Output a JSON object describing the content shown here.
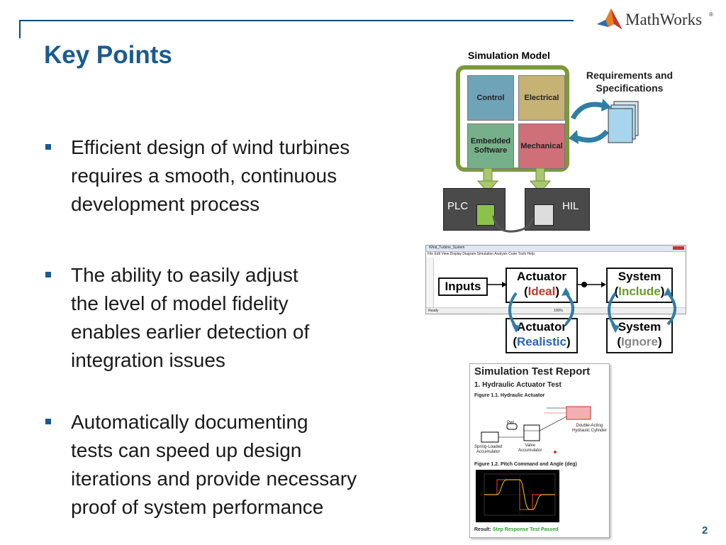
{
  "slide": {
    "title": "Key Points",
    "page_number": "2",
    "brand": "MathWorks",
    "brand_mark": "®"
  },
  "bullets": [
    {
      "text": "Efficient design of wind turbines\nrequires a smooth, continuous\ndevelopment process"
    },
    {
      "text": "The ability to easily adjust\nthe level of model fidelity\nenables earlier detection of\nintegration issues"
    },
    {
      "text": "Automatically documenting\ntests can speed up design\niterations and provide necessary\nproof of system performance"
    }
  ],
  "sim_model": {
    "title": "Simulation Model",
    "blocks": {
      "control": "Control",
      "electrical": "Electrical",
      "embedded_software": "Embedded\nSoftware",
      "mechanical": "Mechanical"
    },
    "requirements": "Requirements and\nSpecifications",
    "plc": "PLC",
    "hil": "HIL",
    "colors": {
      "frame": "#7a9a3a",
      "control": "#6fa3b8",
      "electrical": "#c7b276",
      "embedded": "#76b08a",
      "mechanical": "#cf6f78",
      "arrow": "#2f7fa5"
    }
  },
  "model_window": {
    "title": "Wind_Turbine_System",
    "menu": [
      "File",
      "Edit",
      "View",
      "Display",
      "Diagram",
      "Simulation",
      "Analysis",
      "Code",
      "Tools",
      "Help"
    ],
    "status_left": "Ready",
    "status_mid": "100%",
    "inputs": "Inputs",
    "actuator": "Actuator",
    "system": "System",
    "ideal": "Ideal",
    "include": "Include",
    "realistic": "Realistic",
    "ignore": "Ignore",
    "colors": {
      "ideal": "#c0392b",
      "include": "#6a9a2a",
      "realistic": "#2a64b0",
      "ignore": "#888888",
      "loop": "#2f7fa5"
    }
  },
  "report": {
    "title": "Simulation Test Report",
    "section": "1. Hydraulic Actuator Test",
    "fig1": "Figure 1.1. Hydraulic Actuator",
    "fig2": "Figure 1.2. Pitch Command and Angle (deg)",
    "labels": {
      "double_acting": "Double-Acting\nHydraulic Cylinder",
      "pwr": "Pwr",
      "spring": "Spring-Loaded\nAccumulator",
      "valve": "Valve\nAccumulator"
    },
    "result_label": "Result:",
    "result_value": "Step Response Test Passed",
    "colors": {
      "result": "#2aa02a"
    }
  }
}
